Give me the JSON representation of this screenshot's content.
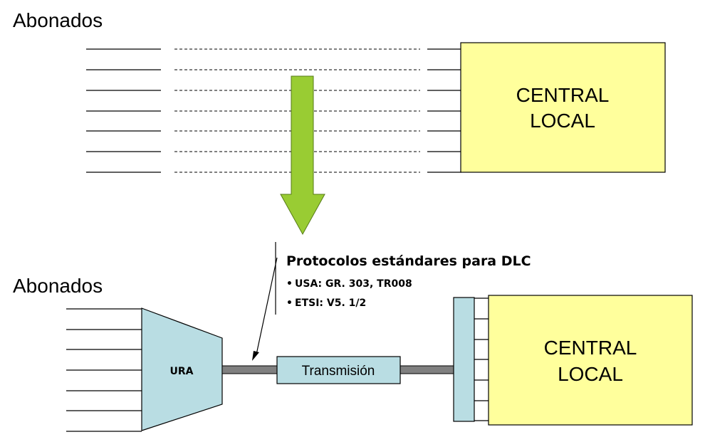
{
  "top": {
    "subscribers_label": "Abonados",
    "central": {
      "line1": "CENTRAL",
      "line2": "LOCAL"
    }
  },
  "bottom": {
    "subscribers_label": "Abonados",
    "ura_label": "URA",
    "transmission_label": "Transmisión",
    "central": {
      "line1": "CENTRAL",
      "line2": "LOCAL"
    }
  },
  "note": {
    "title": "Protocolos estándares para DLC",
    "items": [
      "USA: GR. 303, TR008",
      "ETSI: V5. 1/2"
    ]
  },
  "colors": {
    "central_fill": "#ffff9c",
    "ura_fill": "#b9dde3",
    "arrow_fill": "#99cc33",
    "link_gray": "#808080"
  }
}
